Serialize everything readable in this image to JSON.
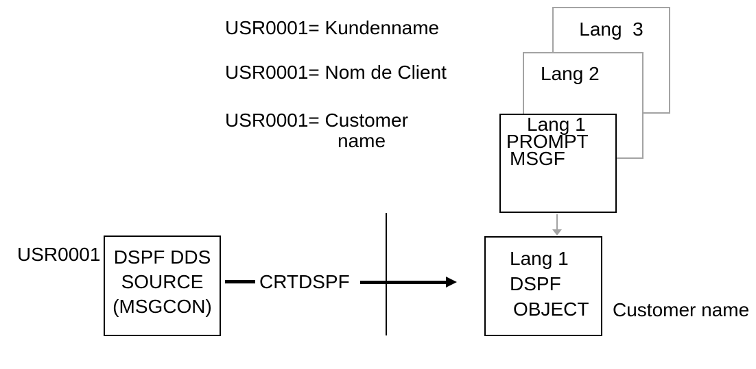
{
  "messages": {
    "msg1": "USR0001= Kundenname",
    "msg2": "USR0001= Nom de Client",
    "msg3_line1": "USR0001= Customer",
    "msg3_line2": "name"
  },
  "msgf_stack": {
    "lang3_label": "Lang  3",
    "lang2_label": "Lang 2",
    "lang1_lines": [
      "Lang 1",
      "PROMPT",
      "MSGF"
    ]
  },
  "source": {
    "msg_id": "USR0001",
    "lines": [
      "DSPF DDS",
      "SOURCE",
      "(MSGCON)"
    ]
  },
  "command": "CRTDSPF",
  "object": {
    "lines": [
      "Lang 1",
      "DSPF",
      "OBJECT"
    ],
    "output_text": "Customer name"
  },
  "colors": {
    "foreground": "#000000",
    "secondary_gray": "#a3a3a3",
    "background": "#ffffff"
  }
}
